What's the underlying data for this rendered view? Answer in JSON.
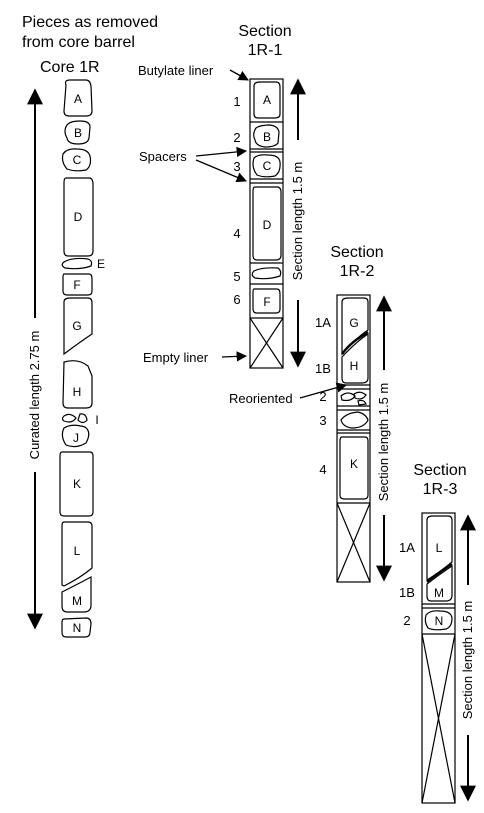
{
  "left": {
    "title_lines": [
      "Pieces as removed",
      "from core barrel"
    ],
    "core_label": "Core 1R",
    "curated_length": "Curated length 2.75 m",
    "pieces": [
      "A",
      "B",
      "C",
      "D",
      "E",
      "F",
      "G",
      "H",
      "I",
      "J",
      "K",
      "L",
      "M",
      "N"
    ]
  },
  "section1": {
    "title_lines": [
      "Section",
      "1R-1"
    ],
    "length_label": "Section length 1.5 m",
    "row_labels": [
      "1",
      "2",
      "3",
      "4",
      "5",
      "6"
    ],
    "pieces": [
      "A",
      "B",
      "C",
      "D",
      "F"
    ]
  },
  "section2": {
    "title_lines": [
      "Section",
      "1R-2"
    ],
    "length_label": "Section length 1.5 m",
    "row_labels": [
      "1A",
      "1B",
      "2",
      "3",
      "4"
    ],
    "pieces": [
      "G",
      "H",
      "K"
    ]
  },
  "section3": {
    "title_lines": [
      "Section",
      "1R-3"
    ],
    "length_label": "Section length 1.5 m",
    "row_labels": [
      "1A",
      "1B",
      "2"
    ],
    "pieces": [
      "L",
      "M",
      "N"
    ]
  },
  "annotations": {
    "butylate_liner": "Butylate liner",
    "spacers": "Spacers",
    "empty_liner": "Empty liner",
    "reoriented": "Reoriented"
  }
}
